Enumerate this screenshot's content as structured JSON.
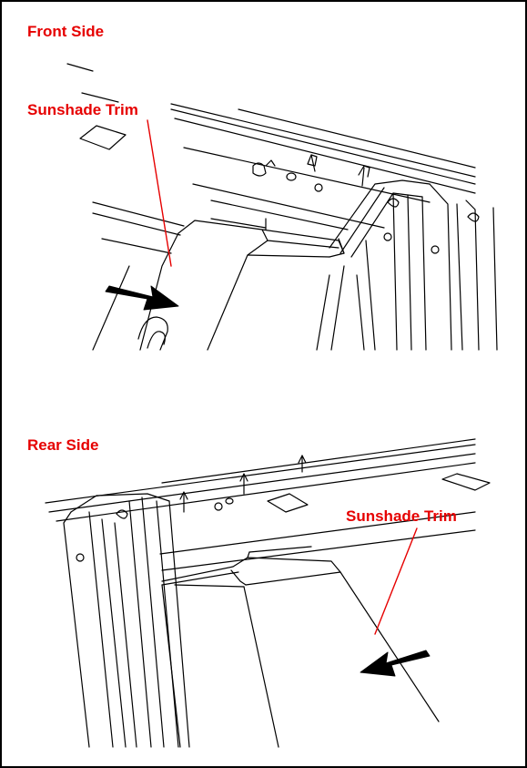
{
  "colors": {
    "label": "#e60000",
    "leader": "#e60000",
    "line": "#000000",
    "arrow": "#000000",
    "border": "#000000"
  },
  "front": {
    "heading": "Front Side",
    "callout": "Sunshade Trim"
  },
  "rear": {
    "heading": "Rear Side",
    "callout": "Sunshade Trim"
  }
}
